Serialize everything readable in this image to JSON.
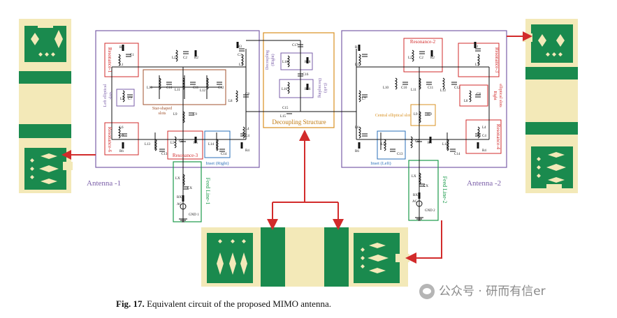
{
  "labels": {
    "resonance_1": "Resonance-1",
    "resonance_2": "Resonance-2",
    "resonance_3": "Resonance-3",
    "resonance_3_right": "Resonance-3",
    "resonance_4": "Resonance-4",
    "resonance_6": "Resonance-6",
    "left_elliptical_slots": [
      "Left elliptical",
      "slots"
    ],
    "right_elliptical_slots": [
      "Right",
      "elliptical slots"
    ],
    "star_shaped_slots": [
      "Star-shaped",
      "slots"
    ],
    "central_elliptical_slot": "Central elliptical slot",
    "inset_right": "Inset (Right)",
    "inset_left": "Inset (Left)",
    "decoupling_right": [
      "Decoupling",
      "(Right)"
    ],
    "decoupling_left": [
      "Decoupling",
      "(Left)"
    ],
    "decoupling_structure": "Decoupling Structure",
    "feed_line_1": "Feed Line-1",
    "feed_line_2": "Feed Line-2",
    "antenna_1": "Antenna -1",
    "antenna_2": "Antenna -2",
    "gnd_1": "GND 1",
    "gnd_2": "GND 2",
    "ac": "AC"
  },
  "components_left": {
    "R1": "R1",
    "C1": "C1",
    "L1": "L1",
    "L2": "L2",
    "C2": "C2",
    "R2": "R2",
    "R3": "R3",
    "C3": "C3",
    "L3": "L3",
    "L7": "L7",
    "C7": "C7",
    "L10": "L10",
    "C10": "C10",
    "L11": "L11",
    "C11": "C11",
    "L12": "L12",
    "C12": "C12",
    "L8": "L8",
    "C8": "C8",
    "L9": "L9",
    "C9": "C9",
    "L6": "L6",
    "C6": "C6",
    "R6": "R6",
    "L13": "L13",
    "C13": "C13",
    "L5": "L5",
    "C5": "C5",
    "R5": "R5",
    "L14": "L14",
    "C14": "C14",
    "L4": "L4",
    "C4": "C4",
    "R4": "R4",
    "LX": "LX",
    "CX": "CX",
    "RX": "RX"
  },
  "components_mid": {
    "C17": "C17",
    "L18": "L18",
    "R18": "R18",
    "C16": "C16",
    "L16": "L16",
    "R16": "R16",
    "C15": "C15",
    "L15": "L15"
  },
  "caption": {
    "fig": "Fig. 17.",
    "text": "Equivalent circuit of the proposed MIMO antenna."
  },
  "watermark": "公众号 · 研而有信er",
  "colors": {
    "purple": "#7a5ea8",
    "red": "#d22b2b",
    "blue": "#2a6fb8",
    "green": "#1a9a4a",
    "orange": "#d89020",
    "pcb_green": "#1a8a4e",
    "pcb_cream": "#f3e9b8"
  }
}
